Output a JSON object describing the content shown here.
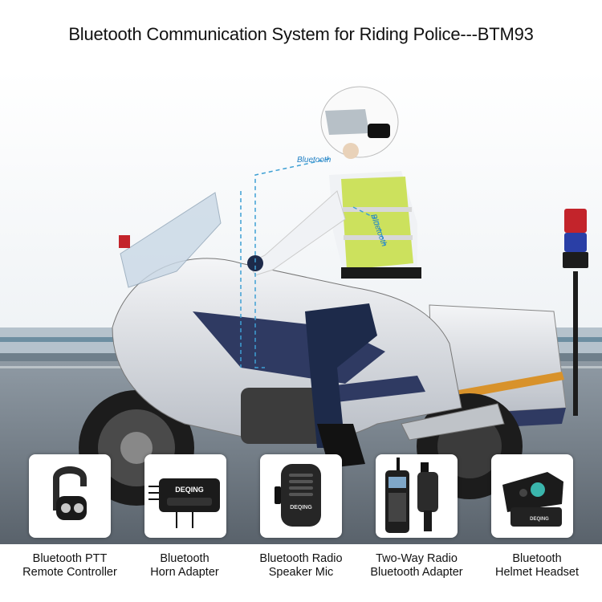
{
  "title": "Bluetooth Communication System for Riding Police---BTM93",
  "bluetooth_label": "Bluetooth",
  "products": [
    {
      "line1": "Bluetooth PTT",
      "line2": "Remote Controller",
      "icon": "ptt-remote-icon"
    },
    {
      "line1": "Bluetooth",
      "line2": "Horn Adapter",
      "icon": "horn-adapter-icon",
      "brand": "DEQING"
    },
    {
      "line1": "Bluetooth Radio",
      "line2": "Speaker Mic",
      "icon": "speaker-mic-icon",
      "brand": "DEQING"
    },
    {
      "line1": "Two-Way Radio",
      "line2": "Bluetooth Adapter",
      "icon": "radio-adapter-icon"
    },
    {
      "line1": "Bluetooth",
      "line2": "Helmet Headset",
      "icon": "helmet-headset-icon",
      "brand": "DEQING"
    }
  ]
}
